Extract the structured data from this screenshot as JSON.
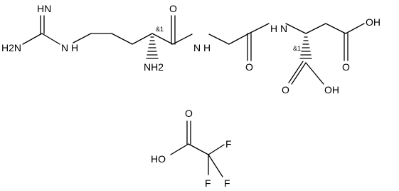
{
  "structure": {
    "guanidine": {
      "imine_label": "HN",
      "amine_label": "H2N",
      "linker_label": "N H"
    },
    "alpha_amine_label": "NH2",
    "stereo_1": "&1",
    "amide_o_1": "O",
    "amide_n_1": "N H",
    "amide_o_2": "O",
    "amide_n_2": "H N",
    "stereo_2": "&1",
    "side_acid": {
      "o_label": "O",
      "oh_label": "OH"
    },
    "main_acid": {
      "o_label": "O",
      "oh_label": "OH"
    }
  },
  "counterion": {
    "o_label": "O",
    "oh_label": "HO",
    "f_labels": [
      "F",
      "F",
      "F"
    ]
  }
}
